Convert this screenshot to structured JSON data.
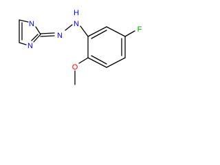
{
  "molecule": {
    "atoms": {
      "n_ring_top": "N",
      "n_ring_bottom": "N",
      "n_azo": "N",
      "nh": "N",
      "nh_hydrogen": "H",
      "fluorine": "F",
      "oxygen": "O"
    }
  },
  "colors": {
    "bond": "#000000",
    "nitrogen": "#0000ff",
    "fluorine": "#00a000",
    "oxygen": "#ff0000",
    "background": "#ffffff"
  }
}
